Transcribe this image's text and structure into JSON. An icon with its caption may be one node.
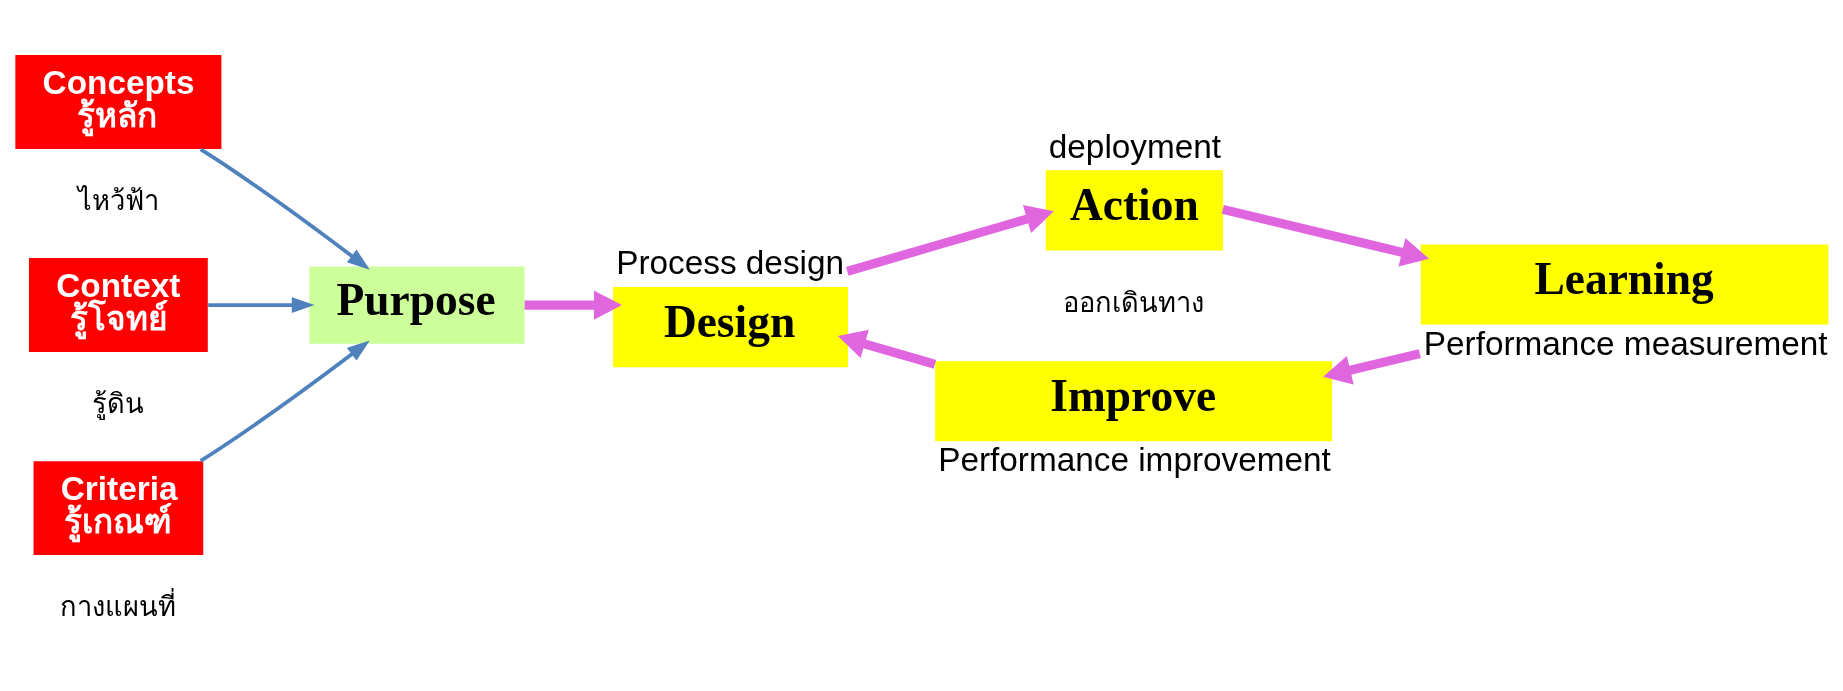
{
  "diagram": {
    "nodes": [
      {
        "text": [
          "Concepts",
          "รู้หลัก"
        ]
      },
      {
        "text": [
          "Context",
          "รู้โจทย์"
        ]
      },
      {
        "text": [
          "Criteria",
          "รู้เกณฑ์"
        ]
      },
      {
        "text": [
          "Purpose"
        ]
      },
      {
        "text": [
          "Design"
        ],
        "beside": [
          "Process design"
        ]
      },
      {
        "text": [
          "Action"
        ],
        "beside": [
          "deployment"
        ]
      },
      {
        "text": [
          "Learning"
        ],
        "beside": [
          "Performance measurement"
        ]
      },
      {
        "text": [
          "Improve"
        ],
        "beside": [
          "Performance improvement"
        ]
      }
    ],
    "edges": [
      {
        "from": 0,
        "to": 3,
        "arrow": "to",
        "color": "#4f81bd"
      },
      {
        "from": 1,
        "to": 3,
        "arrow": "to",
        "color": "#4f81bd"
      },
      {
        "from": 2,
        "to": 3,
        "arrow": "to",
        "color": "#4f81bd"
      },
      {
        "from": 3,
        "to": 4,
        "arrow": "to"
      },
      {
        "from": 4,
        "to": 5,
        "arrow": "to"
      },
      {
        "from": 5,
        "to": 6,
        "arrow": "to"
      },
      {
        "from": 6,
        "to": 7,
        "arrow": "to"
      },
      {
        "from": 7,
        "to": 4,
        "arrow": "to"
      }
    ],
    "labels": [
      "ไหว้ฟ้า",
      "รู้ดิน",
      "กางแผนที่",
      "ออกเดินทาง"
    ]
  }
}
